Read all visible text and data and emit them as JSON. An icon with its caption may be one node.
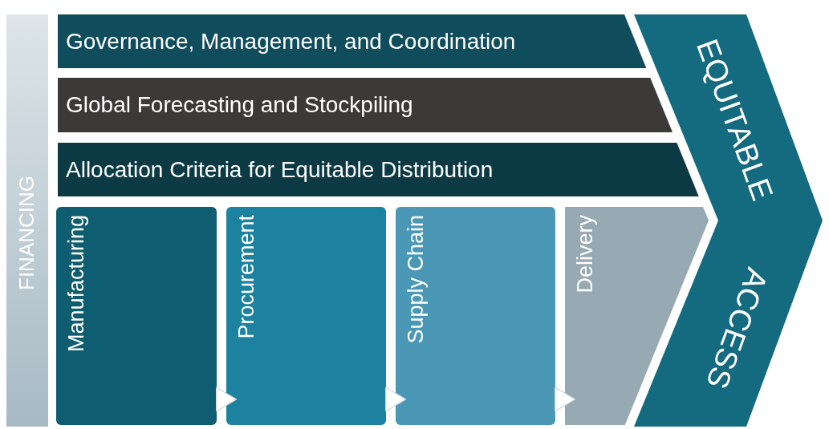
{
  "diagram": {
    "nodes": [
      {
        "text": [
          "FINANCING"
        ]
      },
      {
        "text": [
          "Governance, Management, and Coordination"
        ]
      },
      {
        "text": [
          "Global Forecasting and Stockpiling"
        ]
      },
      {
        "text": [
          "Allocation Criteria for Equitable Distribution"
        ]
      },
      {
        "text": [
          "Manufacturing"
        ]
      },
      {
        "text": [
          "Procurement"
        ]
      },
      {
        "text": [
          "Supply Chain"
        ]
      },
      {
        "text": [
          "Delivery"
        ]
      },
      {
        "text": [
          "EQUITABLE",
          "ACCESS"
        ]
      }
    ],
    "edges": [
      {
        "from": 4,
        "to": 5,
        "arrow": "to"
      },
      {
        "from": 5,
        "to": 6,
        "arrow": "to"
      },
      {
        "from": 6,
        "to": 7,
        "arrow": "to"
      }
    ]
  }
}
